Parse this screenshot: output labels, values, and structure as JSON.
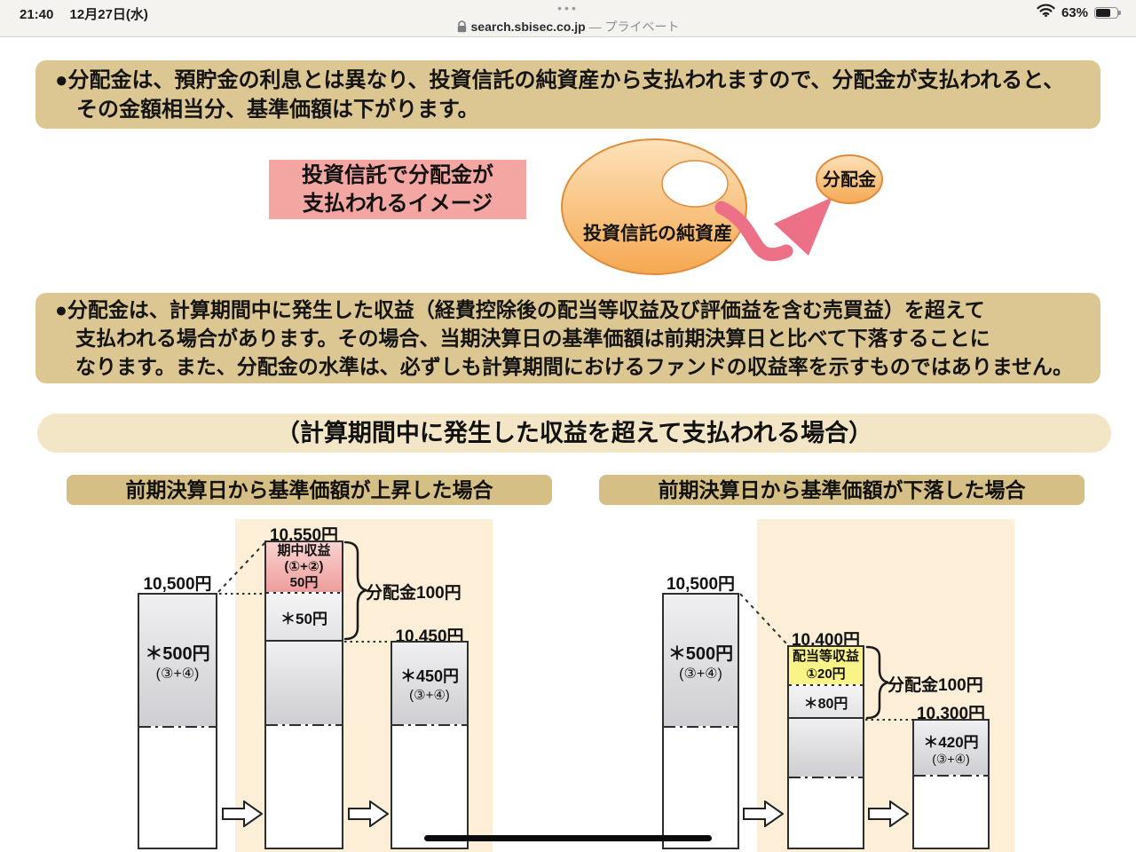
{
  "status_bar": {
    "time": "21:40",
    "date": "12月27日(水)",
    "dots": "•••",
    "battery_percent": "63%"
  },
  "url_bar": {
    "domain": "search.sbisec.co.jp",
    "privacy": " — プライベート"
  },
  "notices": {
    "first": "●分配金は、預貯金の利息とは異なり、投資信託の純資産から支払われますので、分配金が支払われると、\n　その金額相当分、基準価額は下がります。",
    "second": "●分配金は、計算期間中に発生した収益（経費控除後の配当等収益及び評価益を含む売買益）を超えて\n　支払われる場合があります。その場合、当期決算日の基準価額は前期決算日と比べて下落することに\n　なります。また、分配金の水準は、必ずしも計算期間におけるファンドの収益率を示すものではありません。"
  },
  "figure": {
    "caption": "投資信託で分配金が\n支払われるイメージ",
    "net_assets_label": "投資信託の純資産",
    "payout_label": "分配金",
    "orange": "#f5a851",
    "arrow_pink": "#ec7086"
  },
  "section_title": "（計算期間中に発生した収益を超えて支払われる場合）",
  "scenarios": {
    "up": {
      "header": "前期決算日から基準価額が上昇した場合",
      "bar1": {
        "top_label": "10,500円",
        "main": "＊500円",
        "sub": "(③+④)"
      },
      "bar2": {
        "top_label": "10,550円",
        "gain": "期中収益\n(①+②)\n50円",
        "carry": "＊50円",
        "brace": "分配金100円"
      },
      "bar3": {
        "top_label": "10,450円",
        "main": "＊450円",
        "sub": "(③+④)"
      }
    },
    "down": {
      "header": "前期決算日から基準価額が下落した場合",
      "bar1": {
        "top_label": "10,500円",
        "main": "＊500円",
        "sub": "(③+④)"
      },
      "bar2": {
        "top_label": "10,400円",
        "gain": "配当等収益\n①20円",
        "carry": "＊80円",
        "brace": "分配金100円"
      },
      "bar3": {
        "top_label": "10,300円",
        "main": "＊420円",
        "sub": "(③+④)"
      }
    }
  },
  "chart_data": {
    "type": "bar",
    "title": "計算期間中に発生した収益を超えて支払われる場合",
    "series": [
      {
        "name": "基準価額が上昇した場合",
        "bars": [
          10500,
          10550,
          10450
        ],
        "components": {
          "期中収益(①+②)": 50,
          "＊繰越分": 50,
          "分配金": 100,
          "＊(③+④)前": 500,
          "＊(③+④)後": 450
        }
      },
      {
        "name": "基準価額が下落した場合",
        "bars": [
          10500,
          10400,
          10300
        ],
        "components": {
          "配当等収益①": 20,
          "＊繰越分": 80,
          "分配金": 100,
          "＊(③+④)前": 500,
          "＊(③+④)後": 420
        }
      }
    ]
  }
}
